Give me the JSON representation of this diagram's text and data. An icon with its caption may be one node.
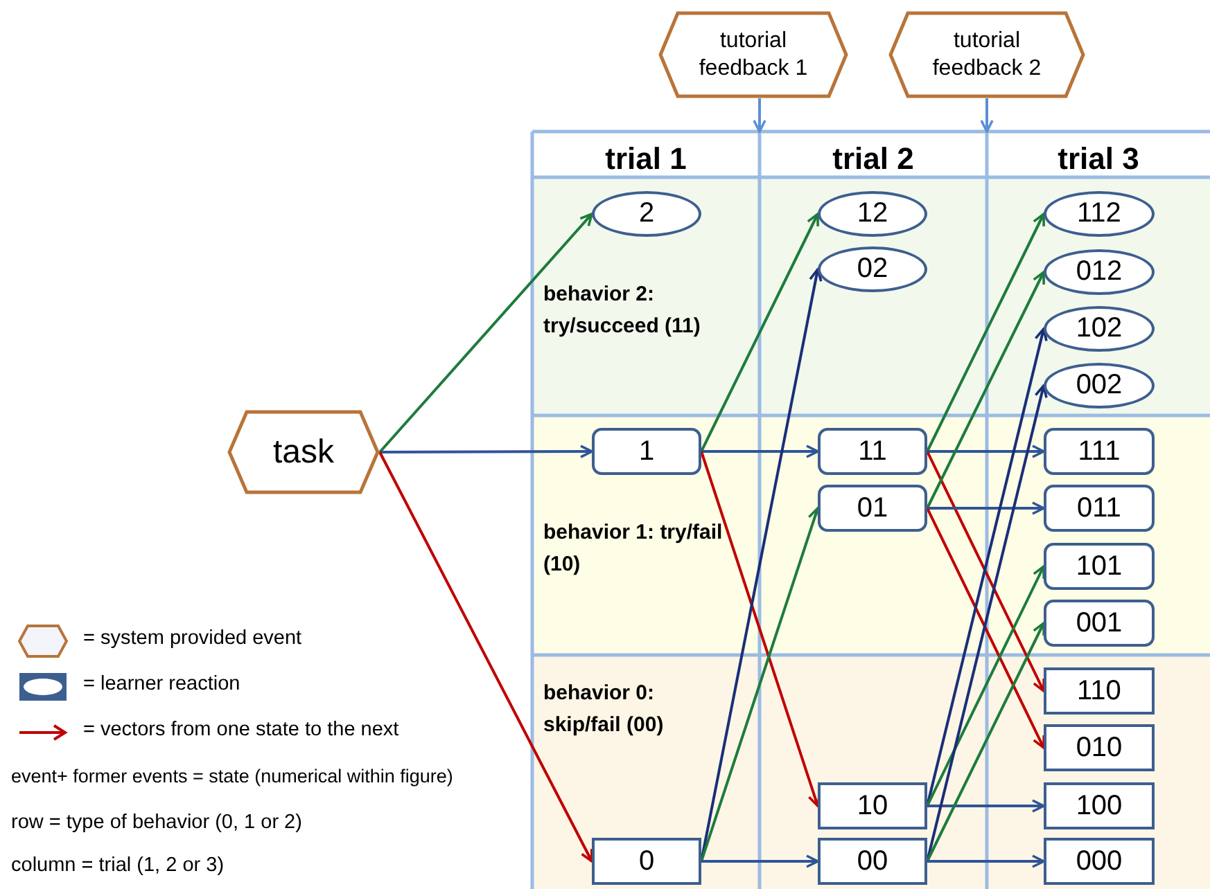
{
  "diagram": {
    "nodes": [
      {
        "text": [
          "tutorial feedback 1"
        ]
      },
      {
        "text": [
          "tutorial feedback 2"
        ]
      },
      {
        "text": [
          "task"
        ]
      },
      {
        "text": [
          "2"
        ]
      },
      {
        "text": [
          "12"
        ]
      },
      {
        "text": [
          "112"
        ]
      },
      {
        "text": [
          "02"
        ]
      },
      {
        "text": [
          "012"
        ]
      },
      {
        "text": [
          "102"
        ]
      },
      {
        "text": [
          "002"
        ]
      },
      {
        "text": [
          "1"
        ]
      },
      {
        "text": [
          "11"
        ]
      },
      {
        "text": [
          "111"
        ]
      },
      {
        "text": [
          "01"
        ]
      },
      {
        "text": [
          "011"
        ]
      },
      {
        "text": [
          "101"
        ]
      },
      {
        "text": [
          "001"
        ]
      },
      {
        "text": [
          "110"
        ]
      },
      {
        "text": [
          "010"
        ]
      },
      {
        "text": [
          "10"
        ]
      },
      {
        "text": [
          "100"
        ]
      },
      {
        "text": [
          "0"
        ]
      },
      {
        "text": [
          "00"
        ]
      },
      {
        "text": [
          "000"
        ]
      }
    ],
    "edges": [
      {
        "from": 0,
        "to": null,
        "arrow": "to",
        "color": "#5b8fd6"
      },
      {
        "from": 1,
        "to": null,
        "arrow": "to",
        "color": "#5b8fd6"
      },
      {
        "from": 2,
        "to": 3,
        "arrow": "to",
        "color": "#1e7b3c"
      },
      {
        "from": 2,
        "to": 10,
        "arrow": "to",
        "color": "#2f5597"
      },
      {
        "from": 2,
        "to": 21,
        "arrow": "to",
        "color": "#c00000"
      },
      {
        "from": 10,
        "to": 4,
        "arrow": "to",
        "color": "#1e7b3c"
      },
      {
        "from": 10,
        "to": 11,
        "arrow": "to",
        "color": "#2f5597"
      },
      {
        "from": 10,
        "to": 19,
        "arrow": "to",
        "color": "#c00000"
      },
      {
        "from": 21,
        "to": 6,
        "arrow": "to",
        "color": "#1a2f78"
      },
      {
        "from": 21,
        "to": 13,
        "arrow": "to",
        "color": "#1e7b3c"
      },
      {
        "from": 21,
        "to": 22,
        "arrow": "to",
        "color": "#2f5597"
      },
      {
        "from": 11,
        "to": 5,
        "arrow": "to",
        "color": "#1e7b3c"
      },
      {
        "from": 11,
        "to": 12,
        "arrow": "to",
        "color": "#2f5597"
      },
      {
        "from": 11,
        "to": 17,
        "arrow": "to",
        "color": "#c00000"
      },
      {
        "from": 13,
        "to": 7,
        "arrow": "to",
        "color": "#1e7b3c"
      },
      {
        "from": 13,
        "to": 14,
        "arrow": "to",
        "color": "#2f5597"
      },
      {
        "from": 13,
        "to": 18,
        "arrow": "to",
        "color": "#c00000"
      },
      {
        "from": 19,
        "to": 8,
        "arrow": "to",
        "color": "#1a2f78"
      },
      {
        "from": 19,
        "to": 15,
        "arrow": "to",
        "color": "#1e7b3c"
      },
      {
        "from": 19,
        "to": 20,
        "arrow": "to",
        "color": "#2f5597"
      },
      {
        "from": 22,
        "to": 9,
        "arrow": "to",
        "color": "#1a2f78"
      },
      {
        "from": 22,
        "to": 16,
        "arrow": "to",
        "color": "#1e7b3c"
      },
      {
        "from": 22,
        "to": 23,
        "arrow": "to",
        "color": "#2f5597"
      }
    ],
    "labels": [
      "trial 1",
      "trial 2",
      "trial 3",
      "behavior 2: try/succeed (11)",
      "behavior 1: try/fail (10)",
      "behavior 0: skip/fail (00)",
      "event+ former events = state (numerical within figure)",
      "row = type of behavior (0, 1 or 2)",
      "column = trial (1, 2 or 3)"
    ],
    "legend": [
      {
        "text": "= system provided event"
      },
      {
        "text": "= learner reaction"
      },
      {
        "text": "= vectors from one state to the next"
      }
    ]
  }
}
